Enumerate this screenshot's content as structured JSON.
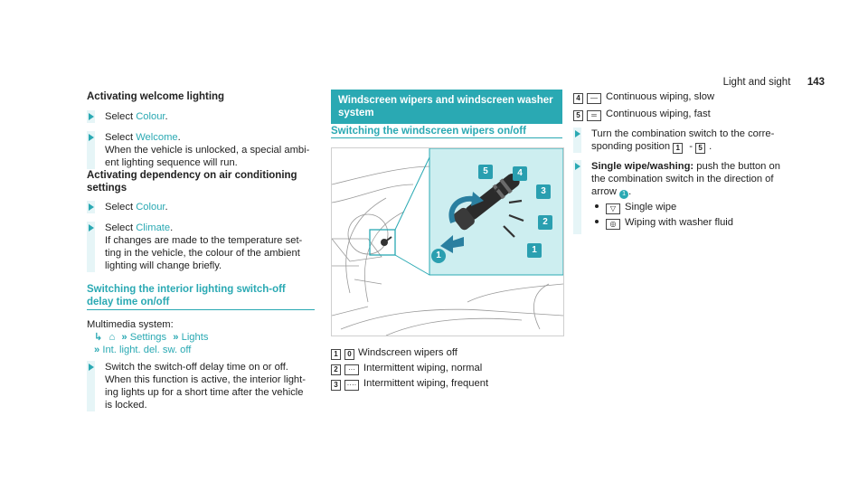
{
  "page_header": {
    "section": "Light and sight",
    "page_number": "143"
  },
  "left": {
    "h_welcome": "Activating welcome lighting",
    "s1_prefix": "Select ",
    "s1_link": "Colour",
    "s1_suffix": ".",
    "s2_prefix": "Select ",
    "s2_link": "Welcome",
    "s2_suffix": ".",
    "s2_l1": "When the vehicle is unlocked, a special ambi-",
    "s2_l2": "ent lighting sequence will run.",
    "h_dep_l1": "Activating dependency on air conditioning",
    "h_dep_l2": "settings",
    "s3_prefix": "Select ",
    "s3_link": "Colour",
    "s3_suffix": ".",
    "s4_prefix": "Select ",
    "s4_link": "Climate",
    "s4_suffix": ".",
    "s4_l1": "If changes are made to the temperature set-",
    "s4_l2": "ting in the vehicle, the colour of the ambient",
    "s4_l3": "lighting will change briefly.",
    "h_switch_l1": "Switching the interior lighting switch-off",
    "h_switch_l2": "delay time on/off",
    "mm_label": "Multimedia system:",
    "nav_home_icon": "home-icon",
    "nav_settings": "Settings",
    "nav_lights": "Lights",
    "nav_int": "Int. light. del. sw. off",
    "s5_l1": "Switch the switch-off delay time on or off.",
    "s5_l2": "When this function is active, the interior light-",
    "s5_l3": "ing lights up for a short time after the vehicle",
    "s5_l4": "is locked."
  },
  "middle": {
    "banner_l1": "Windscreen wipers and windscreen washer",
    "banner_l2": "system",
    "subhead": "Switching the windscreen wipers on/off",
    "callouts": [
      "1",
      "2",
      "3",
      "4",
      "5"
    ],
    "legend": [
      {
        "key": "1",
        "sym": "0",
        "text": "Windscreen wipers off"
      },
      {
        "key": "2",
        "sym": "···",
        "text": "Intermittent wiping, normal"
      },
      {
        "key": "3",
        "sym": "····",
        "text": "Intermittent wiping, frequent"
      }
    ]
  },
  "right": {
    "legend": [
      {
        "key": "4",
        "sym": "—",
        "text": "Continuous wiping, slow"
      },
      {
        "key": "5",
        "sym": "═",
        "text": "Continuous wiping, fast"
      }
    ],
    "t1_l1": "Turn the combination switch to the corre-",
    "t1_l2_a": "sponding position ",
    "t1_key_a": "1",
    "t1_dash": " - ",
    "t1_key_b": "5",
    "t1_end": ".",
    "t2_bold": "Single wipe/washing:",
    "t2_l1_rest": " push the button on",
    "t2_l2": "the combination switch in the direction of",
    "t2_l3": "arrow ",
    "t2_arrow_num": "1",
    "t2_l3_end": ".",
    "b1": "Single wipe",
    "b2": "Wiping with washer fluid"
  },
  "colors": {
    "accent": "#2aa9b3",
    "step_bar": "#e6f5f7",
    "banner": "#2aa9b3"
  }
}
